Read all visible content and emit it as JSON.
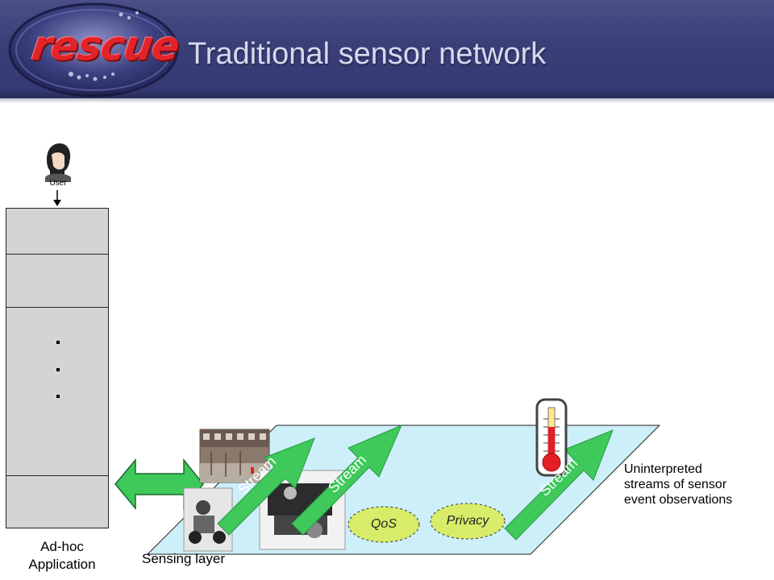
{
  "slide": {
    "title": "Traditional sensor network",
    "logo_text": "rescue",
    "user_label": "User"
  },
  "application": {
    "label_line1": "Ad-hoc",
    "label_line2": "Application",
    "ellipsis": ". . ."
  },
  "sensing": {
    "layer_label": "Sensing layer",
    "streams": [
      "Stream",
      "Stream",
      "Stream"
    ],
    "qos_label": "QoS",
    "privacy_label": "Privacy",
    "description_line1": "Uninterpreted",
    "description_line2": "streams of sensor",
    "description_line3": "event observations"
  },
  "colors": {
    "header": "#3a3f78",
    "arrow_green": "#3ec95a",
    "plane_fill": "#cdeff9",
    "oval_fill": "#d8ec6a",
    "thermometer_red": "#e31e24"
  }
}
